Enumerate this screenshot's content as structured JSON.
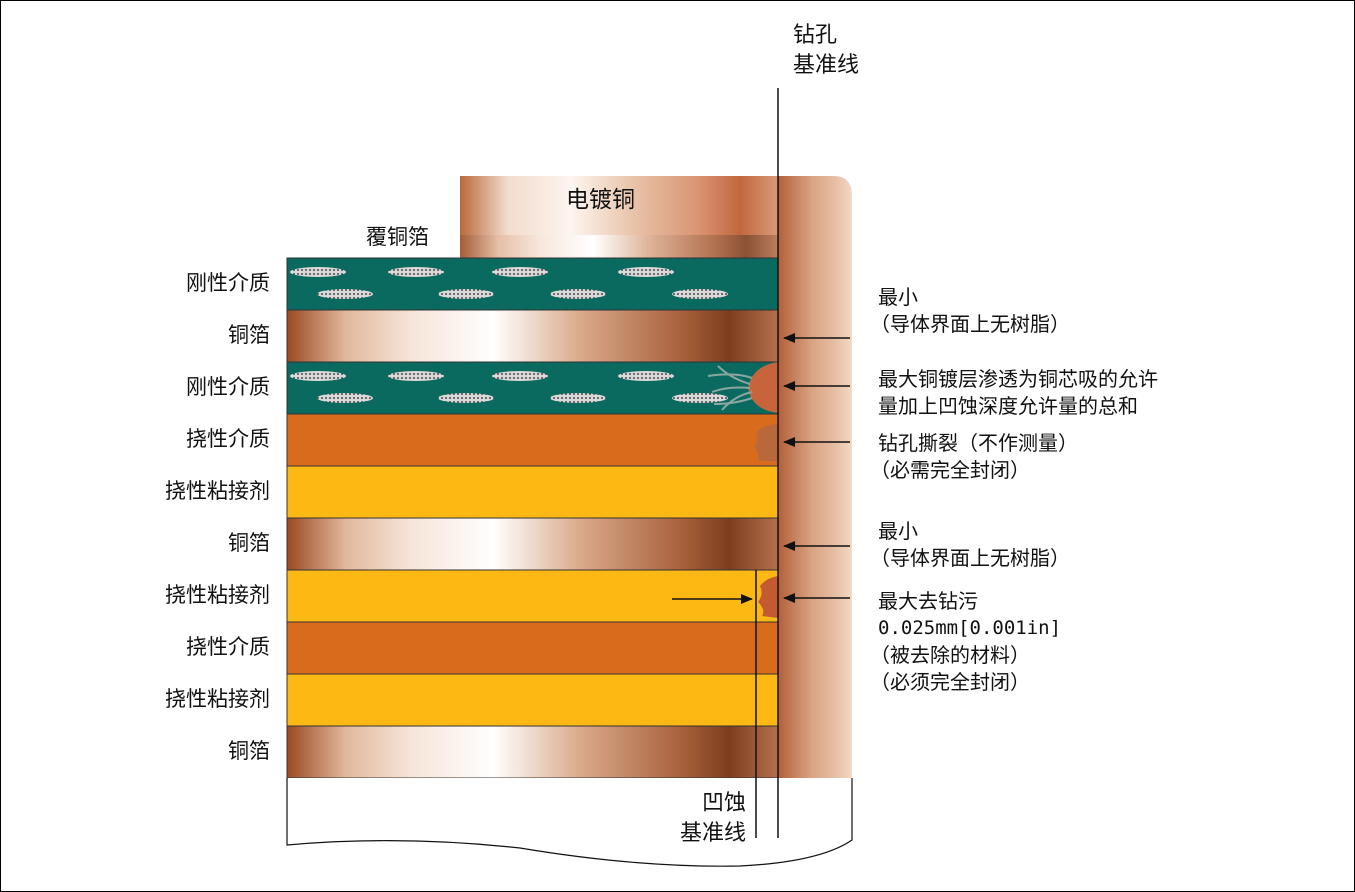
{
  "top_labels": {
    "drill_ref": [
      "钻孔",
      "基准线"
    ],
    "plating": "电镀铜",
    "clad_foil": "覆铜箔",
    "etchback_ref": [
      "凹蚀",
      "基准线"
    ]
  },
  "layers": [
    {
      "label": "刚性介质",
      "material": "rigid"
    },
    {
      "label": "铜箔",
      "material": "copper"
    },
    {
      "label": "刚性介质",
      "material": "rigid"
    },
    {
      "label": "挠性介质",
      "material": "flex"
    },
    {
      "label": "挠性粘接剂",
      "material": "adhesive"
    },
    {
      "label": "铜箔",
      "material": "copper"
    },
    {
      "label": "挠性粘接剂",
      "material": "adhesive"
    },
    {
      "label": "挠性介质",
      "material": "flex"
    },
    {
      "label": "挠性粘接剂",
      "material": "adhesive"
    },
    {
      "label": "铜箔",
      "material": "copper"
    }
  ],
  "annotations": [
    [
      "最小",
      "（导体界面上无树脂）"
    ],
    [
      "最大铜镀层渗透为铜芯吸的允许",
      "量加上凹蚀深度允许量的总和"
    ],
    [
      "钻孔撕裂（不作测量）",
      "（必需完全封闭）"
    ],
    [
      "最小",
      "（导体界面上无树脂）"
    ],
    [
      "最大去钻污",
      "0.025mm[0.001in]",
      "（被去除的材料）",
      "（必须完全封闭）"
    ]
  ],
  "colors": {
    "rigid": "#0b6a60",
    "flex": "#d86c1c",
    "adhesive": "#fdb813",
    "copper_dark": "#a0532c",
    "copper_light": "#fff8ee",
    "plating": "#c88a66"
  }
}
